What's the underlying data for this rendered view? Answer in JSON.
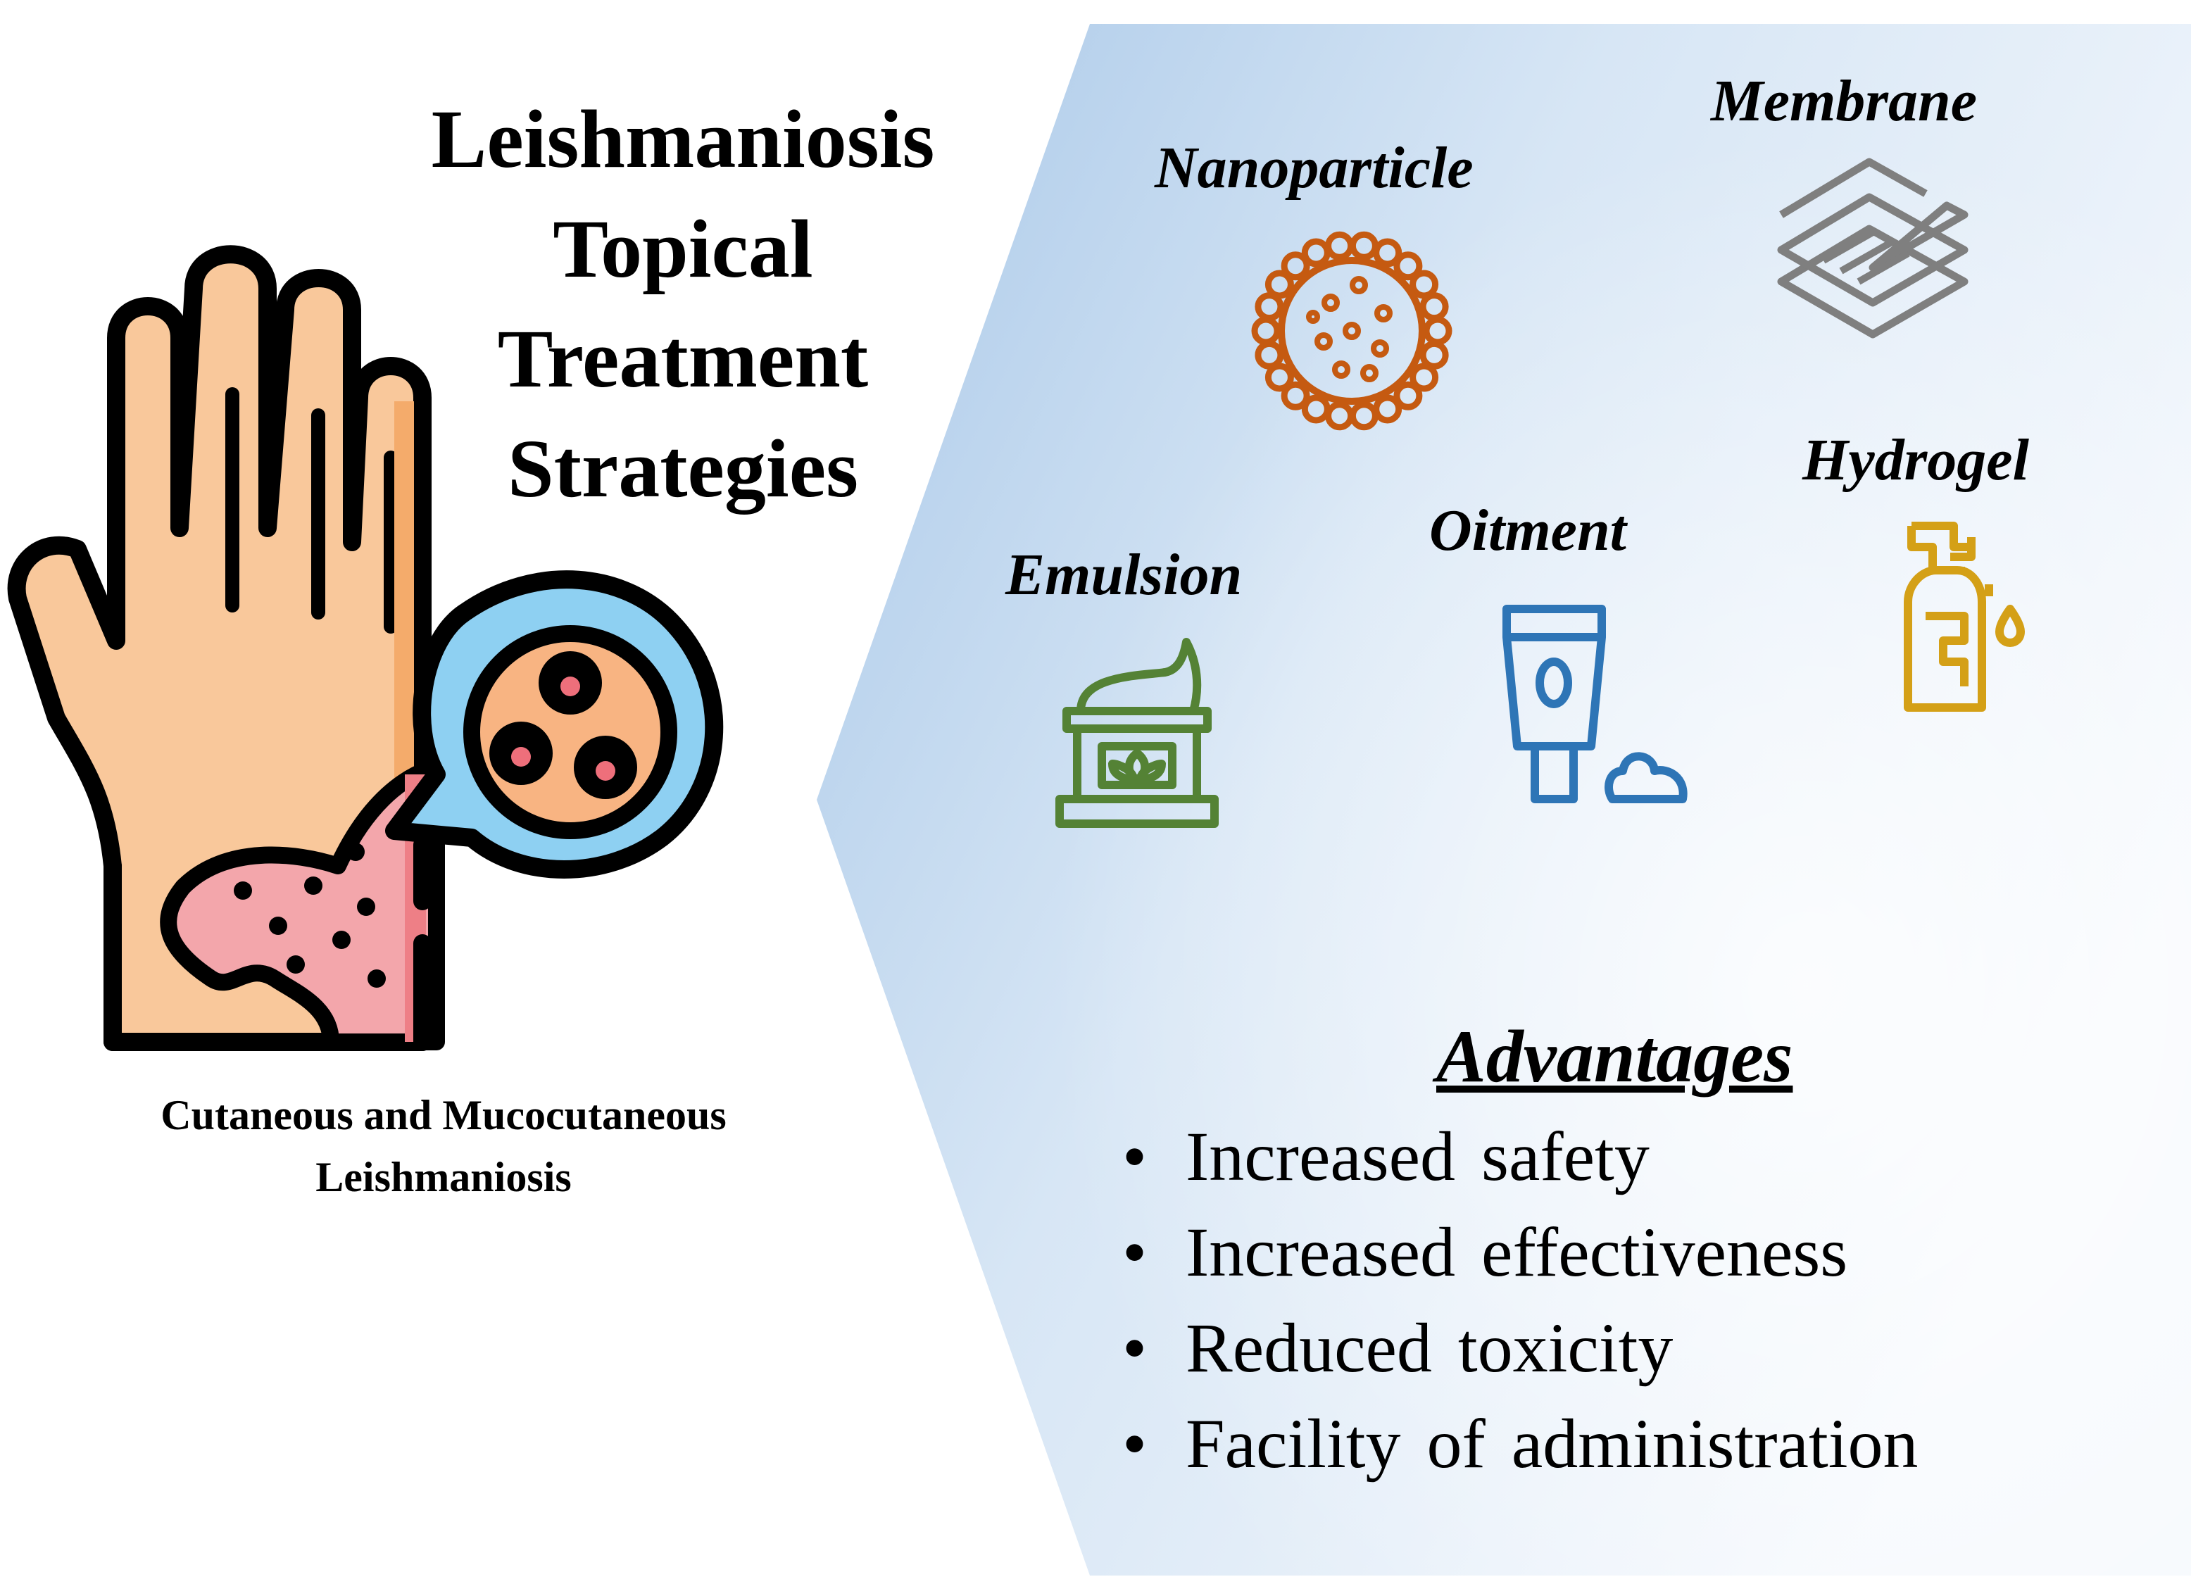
{
  "title": {
    "line1": "Leishmaniosis",
    "line2": "Topical",
    "line3": "Treatment",
    "line4": "Strategies"
  },
  "caption": {
    "line1": "Cutaneous and Mucocutaneous",
    "line2": "Leishmaniosis"
  },
  "strategies": {
    "nanoparticle": "Nanoparticle",
    "membrane": "Membrane",
    "hydrogel": "Hydrogel",
    "emulsion": "Emulsion",
    "oitment": "Oitment"
  },
  "advantages": {
    "heading": "Advantages",
    "items": [
      "Increased safety",
      "Increased effectiveness",
      "Reduced toxicity",
      "Facility of administration"
    ]
  },
  "colors": {
    "nanoparticle": "#c55a11",
    "membrane": "#7f7f7f",
    "hydrogel": "#d4a017",
    "emulsion": "#548235",
    "oitment": "#2e75b6",
    "panel_light": "#f3f7fc",
    "panel_dark": "#9ec0e3"
  }
}
